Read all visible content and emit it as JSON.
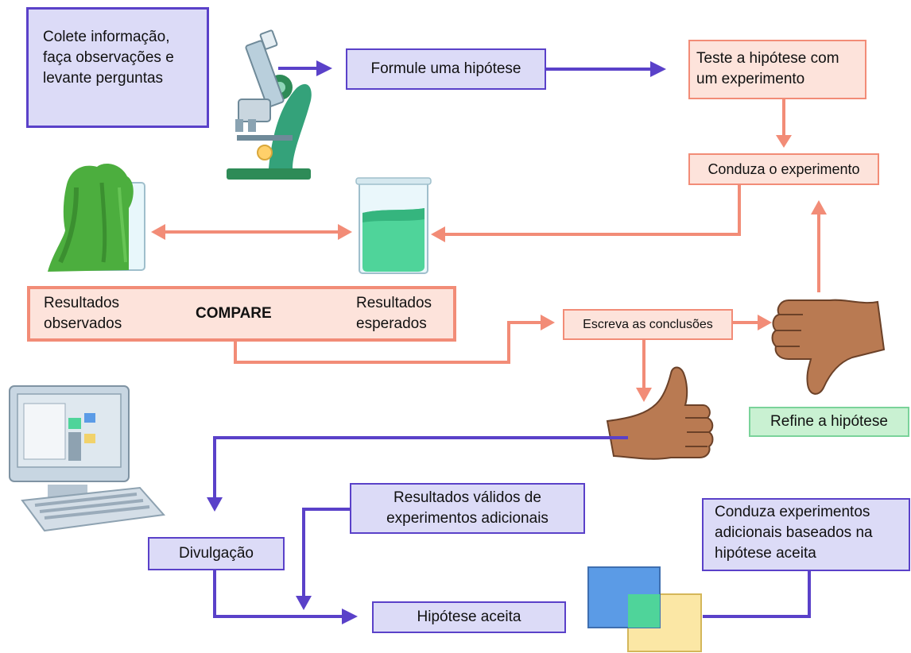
{
  "boxes": {
    "collect": "Colete informação, faça observações e levante perguntas",
    "hypothesis": "Formule uma hipótese",
    "test": "Teste a hipótese com um experimento",
    "conduct": "Conduza o experimento",
    "observed": "Resultados observados",
    "compare": "COMPARE",
    "expected": "Resultados esperados",
    "conclusions": "Escreva as conclusões",
    "refine": "Refine a hipótese",
    "valid_results": "Resultados válidos de experimentos adicionais",
    "disclosure": "Divulgação",
    "accepted": "Hipótese aceita",
    "additional": "Conduza experimentos adicionais baseados na hipótese aceita"
  },
  "colors": {
    "blue_arrow": "#5a41c9",
    "orange_arrow": "#f28c77",
    "blue_fill": "#dcdbf7",
    "orange_fill": "#fde3db",
    "green_fill": "#c9f1d2"
  },
  "icons": [
    "microscope-icon",
    "overflowing-beaker-icon",
    "beaker-icon",
    "thumbs-down-icon",
    "thumbs-up-icon",
    "computer-icon",
    "overlapping-squares-icon",
    "cross-icon"
  ]
}
